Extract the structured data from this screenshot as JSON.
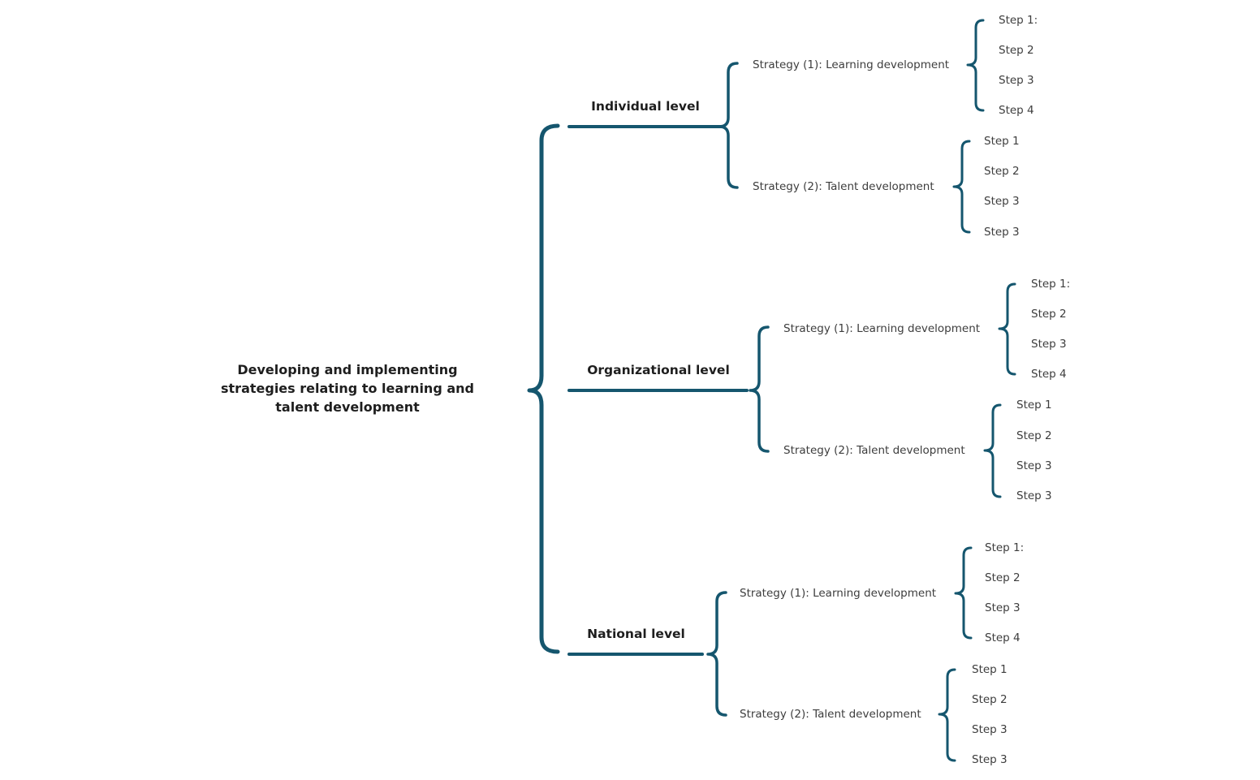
{
  "diagram": {
    "root_label": "Developing and implementing strategies relating to learning and talent development",
    "levels": [
      {
        "label": "Individual level",
        "strategies": [
          {
            "label": "Strategy (1): Learning development",
            "steps": [
              "Step 1:",
              "Step 2",
              "Step 3",
              "Step 4"
            ]
          },
          {
            "label": "Strategy (2): Talent development",
            "steps": [
              "Step 1",
              "Step 2",
              "Step 3",
              "Step 3"
            ]
          }
        ]
      },
      {
        "label": "Organizational level",
        "strategies": [
          {
            "label": "Strategy (1): Learning development",
            "steps": [
              "Step 1:",
              "Step 2",
              "Step 3",
              "Step 4"
            ]
          },
          {
            "label": "Strategy (2): Talent development",
            "steps": [
              "Step 1",
              "Step 2",
              "Step 3",
              "Step 3"
            ]
          }
        ]
      },
      {
        "label": "National level",
        "strategies": [
          {
            "label": "Strategy (1): Learning development",
            "steps": [
              "Step 1:",
              "Step 2",
              "Step 3",
              "Step 4"
            ]
          },
          {
            "label": "Strategy (2): Talent development",
            "steps": [
              "Step 1",
              "Step 2",
              "Step 3",
              "Step 3"
            ]
          }
        ]
      }
    ],
    "colors": {
      "brace": "#15566E",
      "heading_text": "#1E1E1E",
      "node_text": "#3D3D3D",
      "background": "#FFFFFF"
    }
  }
}
